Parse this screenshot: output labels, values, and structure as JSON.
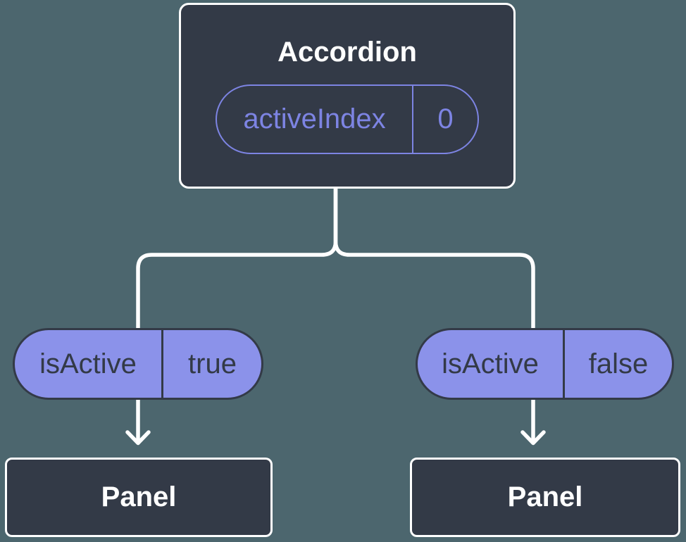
{
  "diagram": {
    "root": {
      "title": "Accordion",
      "prop": {
        "name": "activeIndex",
        "value": "0"
      }
    },
    "children": [
      {
        "prop": {
          "name": "isActive",
          "value": "true"
        },
        "panel_label": "Panel"
      },
      {
        "prop": {
          "name": "isActive",
          "value": "false"
        },
        "panel_label": "Panel"
      }
    ]
  },
  "colors": {
    "background": "#4c666e",
    "node_bg": "#333a47",
    "node_border": "#ffffff",
    "pill_fill": "#8b92ea",
    "accent_purple": "#7d84e3",
    "connector": "#ffffff",
    "text_light": "#ffffff",
    "text_dark": "#333a47"
  }
}
